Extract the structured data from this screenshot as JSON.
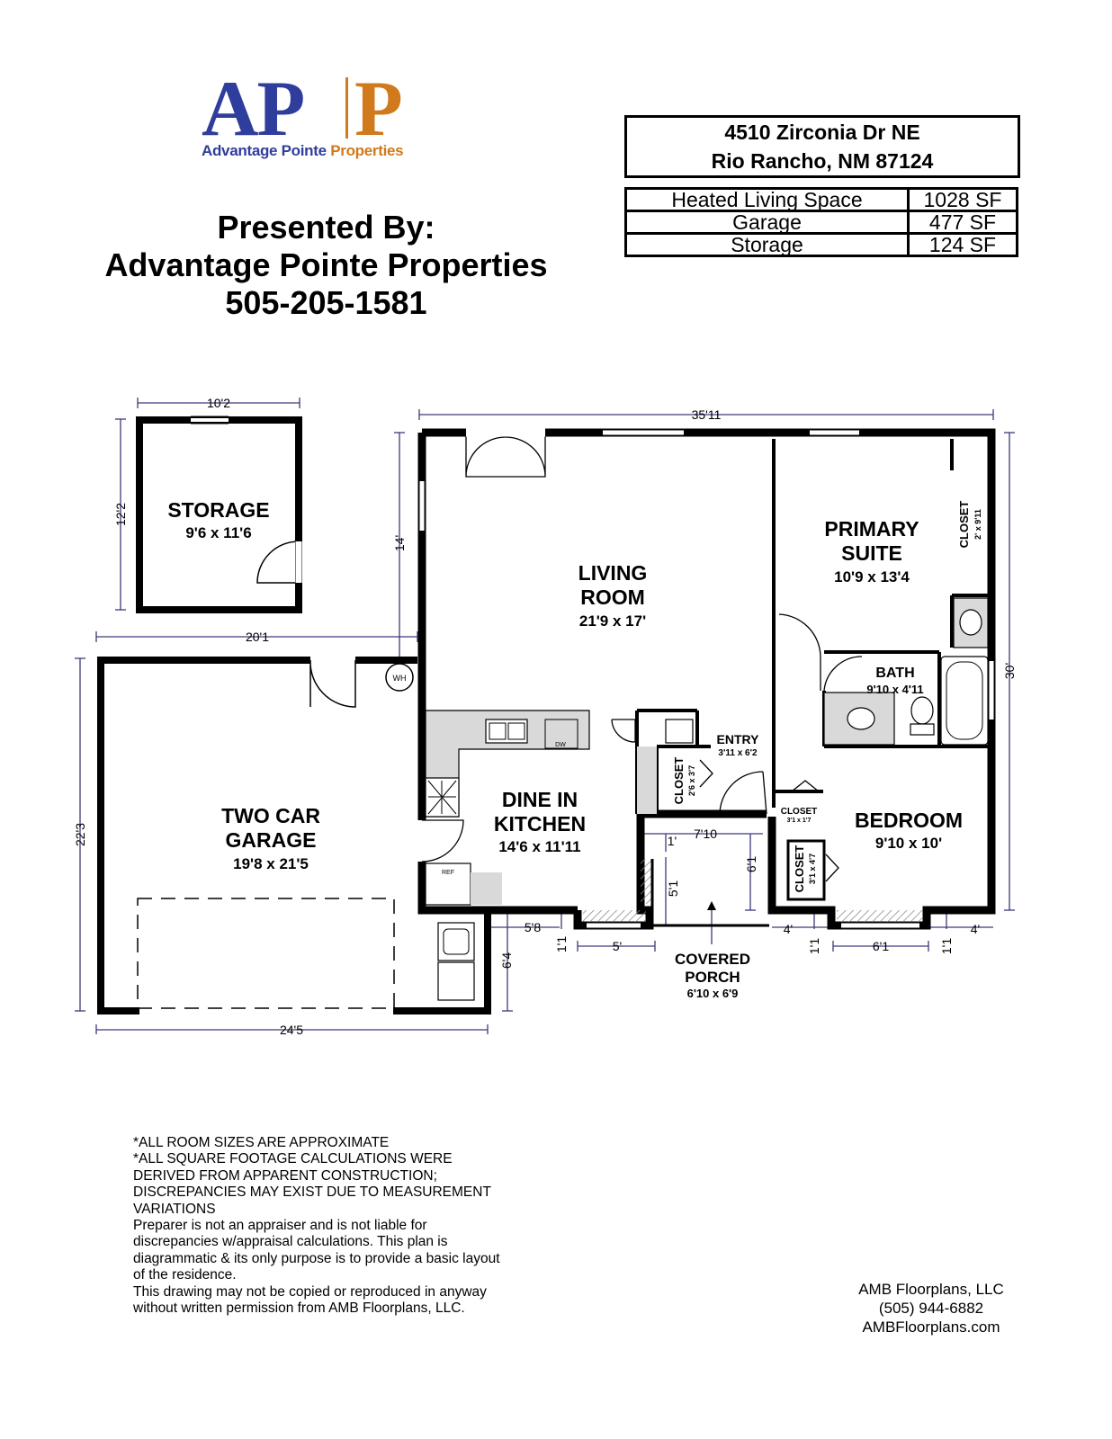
{
  "logo": {
    "mark_left": "AP",
    "mark_right": "P",
    "tagline_part1": "Advantage Pointe",
    "tagline_part2": "Properties",
    "color_blue": "#2f3d9c",
    "color_orange": "#d07a1c"
  },
  "presented": {
    "line1": "Presented By:",
    "line2": "Advantage Pointe Properties",
    "line3": "505-205-1581"
  },
  "address": {
    "line1": "4510 Zirconia Dr NE",
    "line2": "Rio Rancho, NM 87124"
  },
  "areas": [
    {
      "label": "Heated Living Space",
      "value": "1028 SF"
    },
    {
      "label": "Garage",
      "value": "477 SF"
    },
    {
      "label": "Storage",
      "value": "124 SF"
    }
  ],
  "rooms": {
    "storage": {
      "name": "STORAGE",
      "size": "9'6 x 11'6"
    },
    "living": {
      "name1": "LIVING",
      "name2": "ROOM",
      "size": "21'9 x 17'"
    },
    "primary": {
      "name1": "PRIMARY",
      "name2": "SUITE",
      "size": "10'9 x 13'4"
    },
    "primary_closet": {
      "name": "CLOSET",
      "size": "2' x 9'11"
    },
    "bath": {
      "name": "BATH",
      "size": "9'10 x 4'11"
    },
    "entry": {
      "name": "ENTRY",
      "size": "3'11 x 6'2"
    },
    "entry_closet": {
      "name": "CLOSET",
      "size": "2'6 x 3'7"
    },
    "small_closet": {
      "name": "CLOSET",
      "size": "3'1 x 1'7"
    },
    "bed_closet": {
      "name": "CLOSET",
      "size": "3'1 x 4'7"
    },
    "kitchen": {
      "name1": "DINE IN",
      "name2": "KITCHEN",
      "size": "14'6 x 11'11"
    },
    "bedroom": {
      "name": "BEDROOM",
      "size": "9'10 x 10'"
    },
    "garage": {
      "name1": "TWO CAR",
      "name2": "GARAGE",
      "size": "19'8 x 21'5"
    },
    "porch": {
      "name1": "COVERED",
      "name2": "PORCH",
      "size": "6'10 x 6'9"
    }
  },
  "fixtures": {
    "water_heater": "WH",
    "dishwasher": "DW",
    "fridge": "REF"
  },
  "dimensions": {
    "storage_width": "10'2",
    "storage_depth": "12'2",
    "house_width": "35'11",
    "house_depth": "30'",
    "living_offset": "14'",
    "garage_top": "20'1",
    "garage_depth": "22'3",
    "garage_width": "24'5",
    "porch_width": "7'10",
    "porch_depth": "6'1",
    "porch_step": "1'",
    "porch_side": "5'1",
    "front_left": "5'8",
    "front_left_bump": "1'1",
    "window_left": "5'",
    "garage_jog": "6'4",
    "front_mid": "4'",
    "front_mid_bump": "1'1",
    "window_bed": "6'1",
    "front_right_bump": "1'1",
    "front_right": "4'"
  },
  "notes": [
    "*ALL ROOM SIZES ARE APPROXIMATE",
    "*ALL SQUARE FOOTAGE CALCULATIONS WERE DERIVED FROM APPARENT CONSTRUCTION; DISCREPANCIES MAY EXIST DUE TO MEASUREMENT VARIATIONS",
    "Preparer is not an appraiser and is not liable for discrepancies w/appraisal calculations.  This plan is diagrammatic & its only purpose is to provide a basic layout of the residence.",
    "This drawing may not be copied or reproduced in anyway without written permission from AMB Floorplans, LLC."
  ],
  "credit": {
    "company": "AMB Floorplans, LLC",
    "phone": "(505) 944-6882",
    "website": "AMBFloorplans.com"
  }
}
